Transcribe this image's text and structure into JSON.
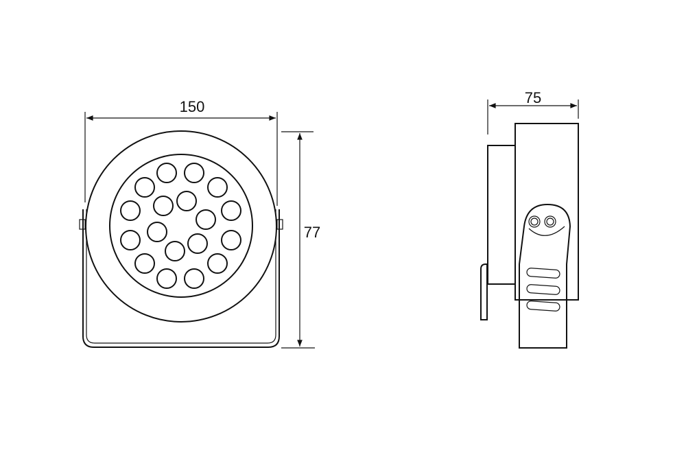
{
  "front_view": {
    "width_label": "150",
    "height_label": "77",
    "led_count": 18
  },
  "side_view": {
    "depth_label": "75"
  },
  "colors": {
    "line": "#111111",
    "background": "#ffffff"
  }
}
